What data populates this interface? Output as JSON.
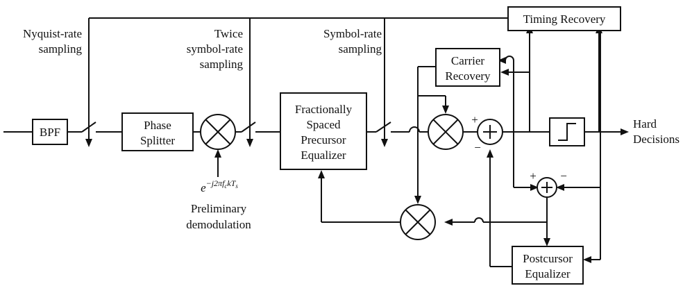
{
  "blocks": {
    "bpf": "BPF",
    "phase_splitter": [
      "Phase",
      "Splitter"
    ],
    "precursor_equalizer": [
      "Fractionally",
      "Spaced",
      "Precursor",
      "Equalizer"
    ],
    "carrier_recovery": [
      "Carrier",
      "Recovery"
    ],
    "timing_recovery": "Timing Recovery",
    "postcursor_equalizer": [
      "Postcursor",
      "Equalizer"
    ]
  },
  "labels": {
    "nyquist_sampling": [
      "Nyquist-rate",
      "sampling"
    ],
    "twice_symbol_sampling": [
      "Twice",
      "symbol-rate",
      "sampling"
    ],
    "symbol_rate_sampling": [
      "Symbol-rate",
      "sampling"
    ],
    "demod_exponent_base": "e",
    "demod_exponent": "−j2πf",
    "demod_exponent_sub_c": "c",
    "demod_exponent_kt": "kT",
    "demod_exponent_sub_s": "s",
    "preliminary_demod": [
      "Preliminary",
      "demodulation"
    ],
    "hard_decisions": [
      "Hard",
      "Decisions"
    ]
  },
  "signs": {
    "adder1_plus": "+",
    "adder1_minus": "−",
    "adder2_plus": "+",
    "adder2_minus": "−"
  }
}
